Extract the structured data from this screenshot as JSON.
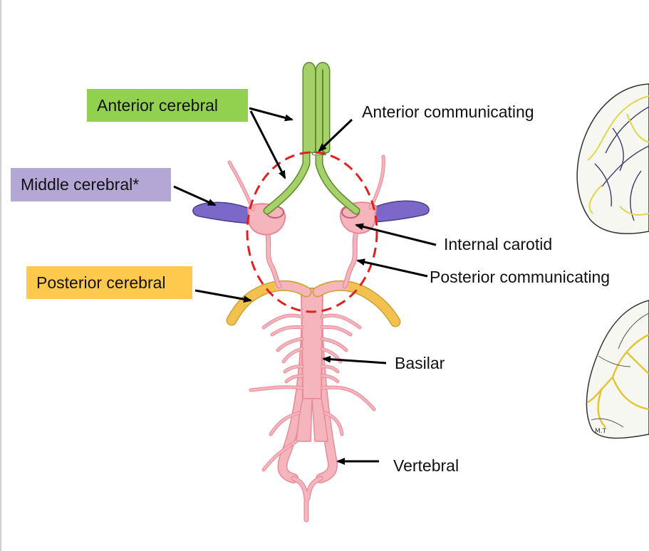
{
  "labels": {
    "anterior_cerebral": "Anterior cerebral",
    "middle_cerebral": "Middle cerebral*",
    "posterior_cerebral": "Posterior cerebral",
    "anterior_communicating": "Anterior communicating",
    "internal_carotid": "Internal carotid",
    "posterior_communicating": "Posterior communicating",
    "basilar": "Basilar",
    "vertebral": "Vertebral"
  },
  "colors": {
    "anterior_cerebral": "#92d050",
    "middle_cerebral": "#b4a7d6",
    "posterior_cerebral": "#ffc94d",
    "artery_pink": "#f4b5bd",
    "artery_dark_pink": "#e88a98",
    "middle_cerebral_vessel": "#7b68c8",
    "posterior_cerebral_vessel": "#f2c14e",
    "anterior_cerebral_vessel": "#a6d06a",
    "circle_dash": "#e02020",
    "brain_vessel_yellow": "#e3d44a",
    "brain_vessel_dark": "#3a3a6a"
  },
  "icons": [
    "circle-of-willis-illustration",
    "brain-lateral-sketch",
    "brain-medial-sketch"
  ]
}
